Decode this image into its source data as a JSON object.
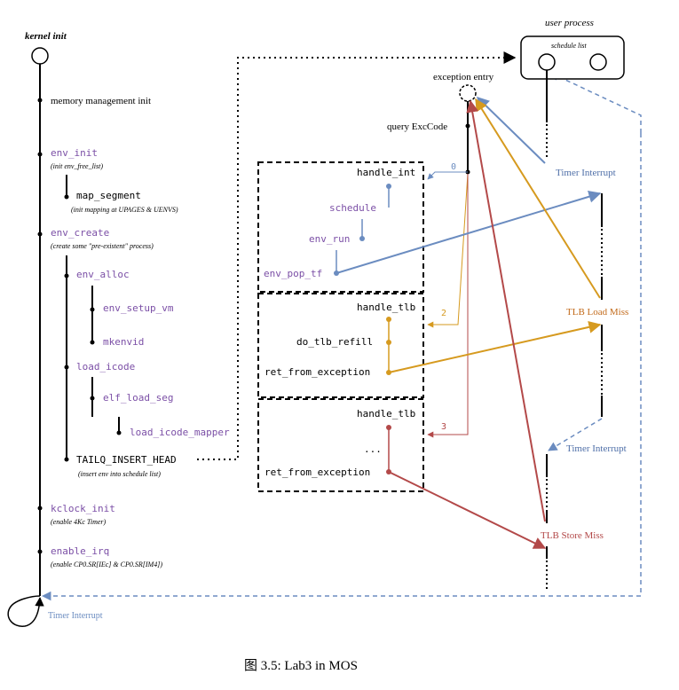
{
  "colors": {
    "purple": "#7b4fa6",
    "blue": "#6b8cc0",
    "orange": "#d69a1f",
    "red": "#b34949",
    "black": "#000000",
    "orange_text": "#c26a1a"
  },
  "kernel": {
    "title": "kernel init",
    "memory_init": "memory management init",
    "env_init": "env_init",
    "env_init_note": "(init env_free_list)",
    "map_segment": "map_segment",
    "map_segment_note": "(init mapping at UPAGES & UENVS)",
    "env_create": "env_create",
    "env_create_note": "(create some \"pre-existent\" process)",
    "env_alloc": "env_alloc",
    "env_setup_vm": "env_setup_vm",
    "mkenvid": "mkenvid",
    "load_icode": "load_icode",
    "elf_load_seg": "elf_load_seg",
    "load_icode_mapper": "load_icode_mapper",
    "tailq": "TAILQ_INSERT_HEAD",
    "tailq_note": "(insert env into schedule list)",
    "kclock_init": "kclock_init",
    "kclock_note": "(enable 4Kc Timer)",
    "enable_irq": "enable_irq",
    "enable_irq_note": "(enable CP0.SR[IEc] & CP0.SR[IM4])",
    "timer_interrupt": "Timer Interrupt"
  },
  "exception": {
    "entry": "exception entry",
    "query": "query ExcCode",
    "code0": "0",
    "code2": "2",
    "code3": "3"
  },
  "handlers": {
    "int_name": "handle_int",
    "schedule": "schedule",
    "env_run": "env_run",
    "env_pop_tf": "env_pop_tf",
    "tlb_name1": "handle_tlb",
    "do_tlb_refill": "do_tlb_refill",
    "ret1": "ret_from_exception",
    "tlb_name2": "handle_tlb",
    "ellipsis": "...",
    "ret2": "ret_from_exception"
  },
  "user": {
    "title": "user process",
    "schedule_list": "schedule list",
    "timer_interrupt_1": "Timer Interrupt",
    "tlb_load_miss": "TLB Load Miss",
    "timer_interrupt_2": "Timer Interrupt",
    "tlb_store_miss": "TLB Store Miss"
  },
  "caption": "图 3.5: Lab3 in MOS"
}
